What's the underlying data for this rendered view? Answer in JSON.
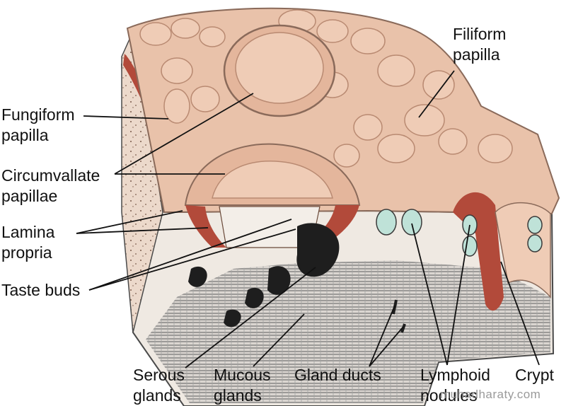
{
  "labels": {
    "fungiform": [
      "Fungiform",
      "papilla"
    ],
    "circumvallate": [
      "Circumvallate",
      "papillae"
    ],
    "lamina": [
      "Lamina",
      "propria"
    ],
    "taste_buds": [
      "Taste buds"
    ],
    "filiform": [
      "Filiform",
      "papilla"
    ],
    "serous": [
      "Serous",
      "glands"
    ],
    "mucous": [
      "Mucous",
      "glands"
    ],
    "gland_ducts": [
      "Gland ducts"
    ],
    "lymphoid": [
      "Lymphoid",
      "nodules"
    ],
    "crypt": [
      "Crypt"
    ]
  },
  "watermark": "muhadharaty.com",
  "colors": {
    "surface": "#e9c2aa",
    "papilla": "#efccb6",
    "papilla_edge": "#b98a72",
    "red_epithelium": "#b24a3a",
    "section": "#efe9e2",
    "gland_dark": "#1e1e1e",
    "muscle": "#7c7c7c",
    "nodule": "#bfe2d8",
    "leader": "#111111"
  }
}
